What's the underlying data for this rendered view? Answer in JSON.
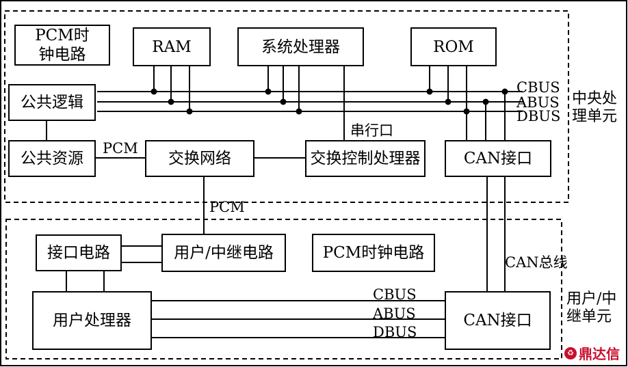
{
  "blocks": {
    "pcm_clock_top": "PCM时\n钟电路",
    "ram": "RAM",
    "system_processor": "系统处理器",
    "rom": "ROM",
    "common_logic": "公共逻辑",
    "common_resource": "公共资源",
    "switch_network": "交换网络",
    "switch_control_processor": "交换控制处理器",
    "can_interface_top": "CAN接口",
    "interface_circuit": "接口电路",
    "user_trunk_circuit": "用户/中继电路",
    "pcm_clock_bottom": "PCM时钟电路",
    "user_processor": "用户处理器",
    "can_interface_bottom": "CAN接口"
  },
  "labels": {
    "cbus_top": "CBUS",
    "abus_top": "ABUS",
    "dbus_top": "DBUS",
    "central_unit": "中央处\n理单元",
    "serial_port": "串行口",
    "pcm_link_left": "PCM",
    "pcm_link_down": "PCM",
    "can_bus": "CAN总线",
    "user_trunk_unit": "用户/中\n继单元",
    "cbus_bottom": "CBUS",
    "abus_bottom": "ABUS",
    "dbus_bottom": "DBUS"
  },
  "watermark": {
    "text": "鼎达信",
    "color": "#c8102e"
  }
}
